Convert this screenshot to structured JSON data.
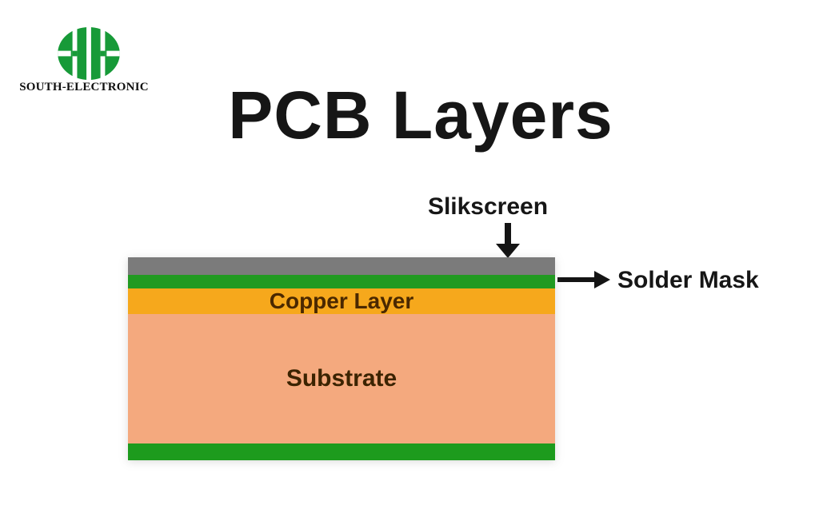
{
  "brand": {
    "name": "SOUTH-ELECTRONIC",
    "logo_color": "#179a38"
  },
  "title": "PCB Layers",
  "diagram": {
    "silkscreen_label": "Slikscreen",
    "solder_mask_label": "Solder Mask",
    "arrow_color": "#141414",
    "layers": [
      {
        "name": "silkscreen-layer",
        "label": "",
        "color": "#7b7b7b",
        "height": 22,
        "text_color": ""
      },
      {
        "name": "top-solder-mask-layer",
        "label": "",
        "color": "#219a21",
        "height": 17,
        "text_color": ""
      },
      {
        "name": "copper-layer",
        "label": "Copper Layer",
        "color": "#f6a81c",
        "height": 32,
        "text_color": "#4a2800"
      },
      {
        "name": "substrate-layer",
        "label": "Substrate",
        "color": "#f4a97e",
        "height": 162,
        "text_color": "#3b2300"
      },
      {
        "name": "bottom-solder-mask-layer",
        "label": "",
        "color": "#1d9b1d",
        "height": 21,
        "text_color": ""
      }
    ]
  }
}
